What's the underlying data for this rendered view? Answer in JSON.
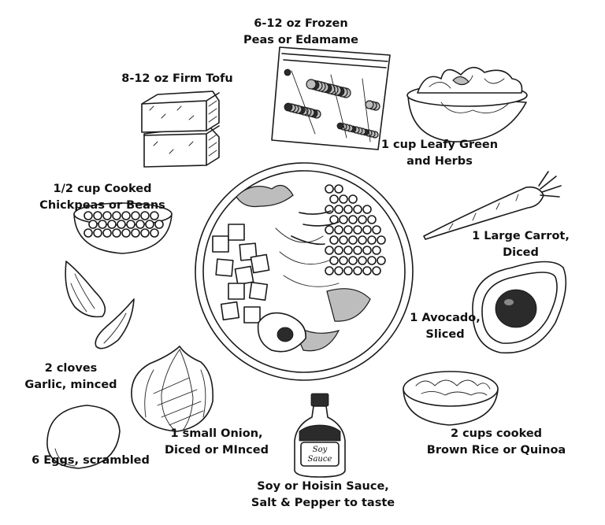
{
  "labels": {
    "peas": [
      "6-12 oz Frozen",
      "Peas or Edamame"
    ],
    "tofu": [
      "8-12 oz Firm Tofu"
    ],
    "greens": [
      "1 cup Leafy Green",
      "and Herbs"
    ],
    "chickpeas": [
      "1/2 cup Cooked",
      "Chickpeas or Beans"
    ],
    "carrot": [
      "1 Large Carrot,",
      "Diced"
    ],
    "avocado": [
      "1 Avocado,",
      "Sliced"
    ],
    "garlic": [
      "2 cloves",
      "Garlic, minced"
    ],
    "onion": [
      "1 small Onion,",
      "Diced or MInced"
    ],
    "rice": [
      "2 cups cooked",
      "Brown Rice or Quinoa"
    ],
    "eggs": [
      "6 Eggs, scrambled"
    ],
    "sauce": [
      "Soy or Hoisin Sauce,",
      "Salt & Pepper to taste"
    ],
    "bottle_text": [
      "Soy",
      "Sauce"
    ]
  }
}
